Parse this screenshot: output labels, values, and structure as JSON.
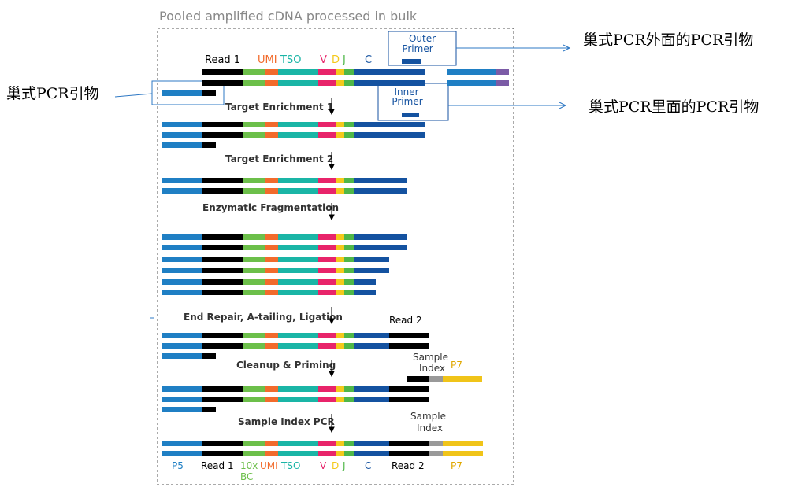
{
  "title": "Pooled amplified cDNA processed in bulk",
  "colors": {
    "p5": "#1f7fc4",
    "read1": "#000000",
    "barcode": "#6cbf4a",
    "umi": "#f26b2c",
    "tso": "#1ab5a6",
    "v": "#e8246a",
    "d": "#f4c91b",
    "j": "#4fb748",
    "c": "#1452a0",
    "read2": "#000000",
    "index": "#999999",
    "p7": "#f0c419",
    "purple": "#7b5ba6",
    "arrow": "#2e78c4"
  },
  "header_labels": {
    "read1": "Read 1",
    "umi": "UMI",
    "tso": "TSO",
    "v": "V",
    "d": "D",
    "j": "J",
    "c": "C"
  },
  "boxes": {
    "outer_primer": "Outer\nPrimer",
    "inner_primer": "Inner\nPrimer"
  },
  "annotations": {
    "outer": "巢式PCR外面的PCR引物",
    "inner": "巢式PCR里面的PCR引物",
    "nested": "巢式PCR引物"
  },
  "steps": [
    "Target Enrichment 1",
    "Target Enrichment 2",
    "Enzymatic Fragmentation",
    "End Repair, A-tailing, Ligation",
    "Cleanup & Priming",
    "Sample Index PCR"
  ],
  "side_labels": {
    "read2_a": "Read 2",
    "sample_index_a": "Sample\nIndex",
    "p7_a": "P7",
    "sample_index_b": "Sample\nIndex"
  },
  "footer_labels": {
    "p5": "P5",
    "read1": "Read 1",
    "bc": "10x\nBC",
    "umi": "UMI",
    "tso": "TSO",
    "v": "V",
    "d": "D",
    "j": "J",
    "c": "C",
    "read2": "Read 2",
    "p7": "P7"
  }
}
